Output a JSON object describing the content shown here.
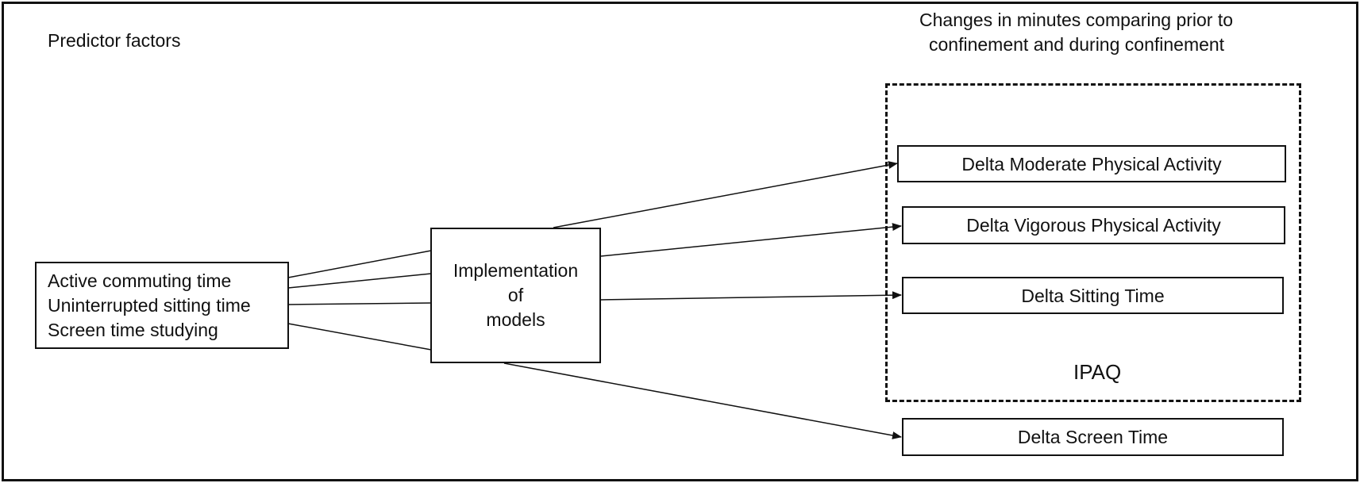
{
  "labels": {
    "left_header": "Predictor factors",
    "right_header_line1": "Changes in minutes comparing prior to",
    "right_header_line2": "confinement and during confinement",
    "group_label": "IPAQ"
  },
  "inputs": [
    "Active commuting time",
    "Uninterrupted sitting time",
    "Screen time studying"
  ],
  "model": {
    "line1": "Implementation",
    "line2": "of",
    "line3": "models"
  },
  "outputs": [
    "Delta Moderate Physical Activity",
    "Delta Vigorous Physical Activity",
    "Delta Sitting Time",
    "Delta Screen Time"
  ]
}
